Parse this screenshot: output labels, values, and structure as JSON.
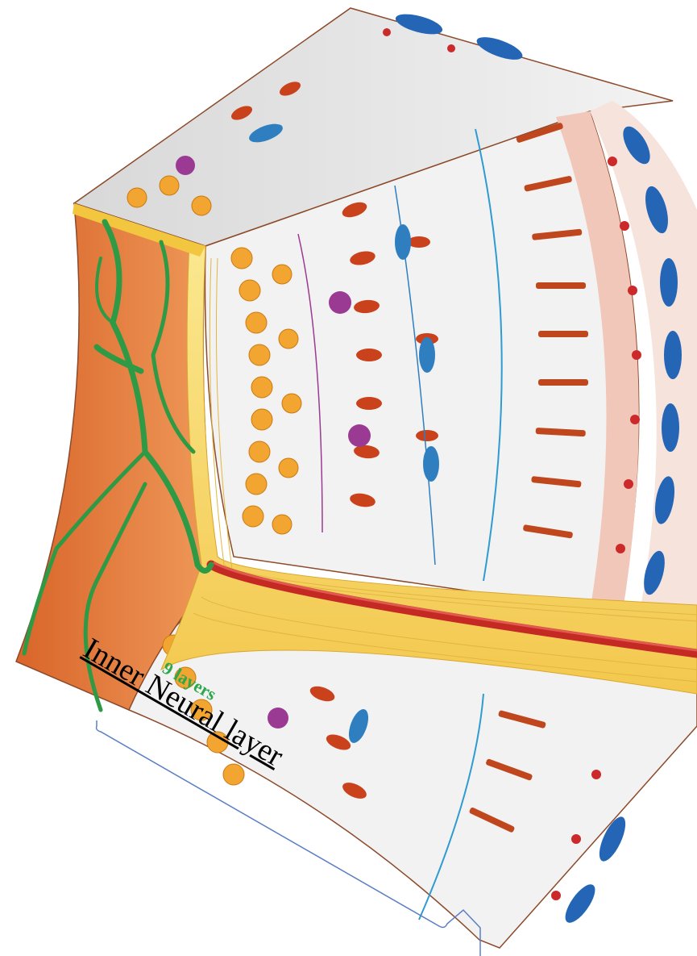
{
  "illustration": {
    "subject": "retina-cross-section",
    "colors": {
      "vitreous": "#e07a3c",
      "vessel_green": "#2f9a45",
      "nerve_fibers": "#f7dc6a",
      "ganglion": "#f2a531",
      "bipolar": "#c9421c",
      "amacrine": "#9b3a93",
      "horizontal": "#2f7fc0",
      "photoreceptor": "#c0461d",
      "pigment": "#f1c7b9",
      "choroid_red": "#cc2a2a",
      "choroid_blue": "#2466b5",
      "artery": "#c42a23"
    }
  },
  "annotation": {
    "title": "Inner Neural layer",
    "subtitle": "9 layers",
    "bracket_color": "#5b7fc4"
  }
}
